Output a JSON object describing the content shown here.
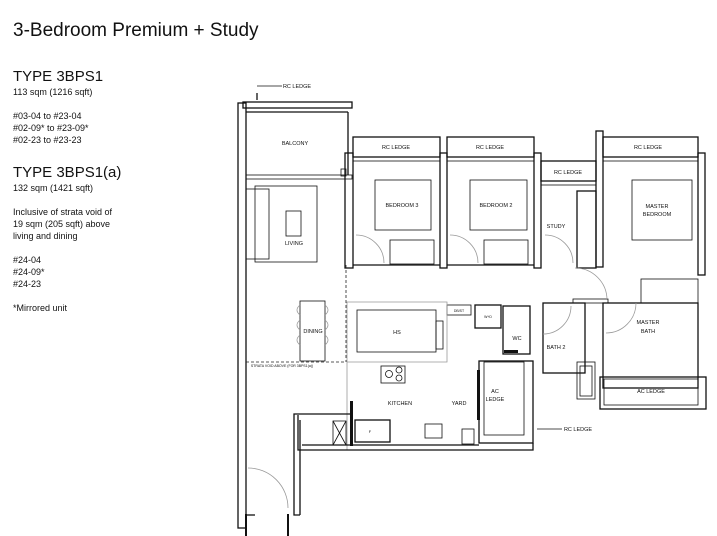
{
  "title": "3-Bedroom Premium + Study",
  "types": [
    {
      "name": "TYPE 3BPS1",
      "area": "113 sqm (1216 sqft)",
      "units": [
        "#03-04  to #23-04",
        "#02-09* to #23-09*",
        "#02-23  to #23-23"
      ]
    },
    {
      "name": "TYPE 3BPS1(a)",
      "area": "132 sqm (1421 sqft)",
      "note_lines": [
        "Inclusive of strata void of",
        "19 sqm (205 sqft) above",
        "living and dining"
      ],
      "units": [
        "#24-04",
        "#24-09*",
        "#24-23"
      ]
    }
  ],
  "footnote": "*Mirrored unit",
  "plan": {
    "rc_ledge_top": "RC LEDGE",
    "balcony": "BALCONY",
    "rc_ledge_bed3": "RC LEDGE",
    "rc_ledge_bed2": "RC LEDGE",
    "rc_ledge_study": "RC LEDGE",
    "rc_ledge_master": "RC LEDGE",
    "living": "LIVING",
    "bedroom3": "BEDROOM 3",
    "bedroom2": "BEDROOM 2",
    "study": "STUDY",
    "master_bedroom_1": "MASTER",
    "master_bedroom_2": "BEDROOM",
    "dining": "DINING",
    "hs": "HS",
    "db_st": "DB/ST",
    "wd": "W+D",
    "wc": "WC",
    "bath2": "BATH 2",
    "master_bath_1": "MASTER",
    "master_bath_2": "BATH",
    "strata_void": "STRATA VOID ABOVE (FOR 3BPS1(a))",
    "kitchen": "KITCHEN",
    "yard": "YARD",
    "ac_ledge_yard_1": "AC",
    "ac_ledge_yard_2": "LEDGE",
    "ac_ledge_master": "AC LEDGE",
    "rc_ledge_bottom": "RC LEDGE",
    "fridge": "F"
  }
}
